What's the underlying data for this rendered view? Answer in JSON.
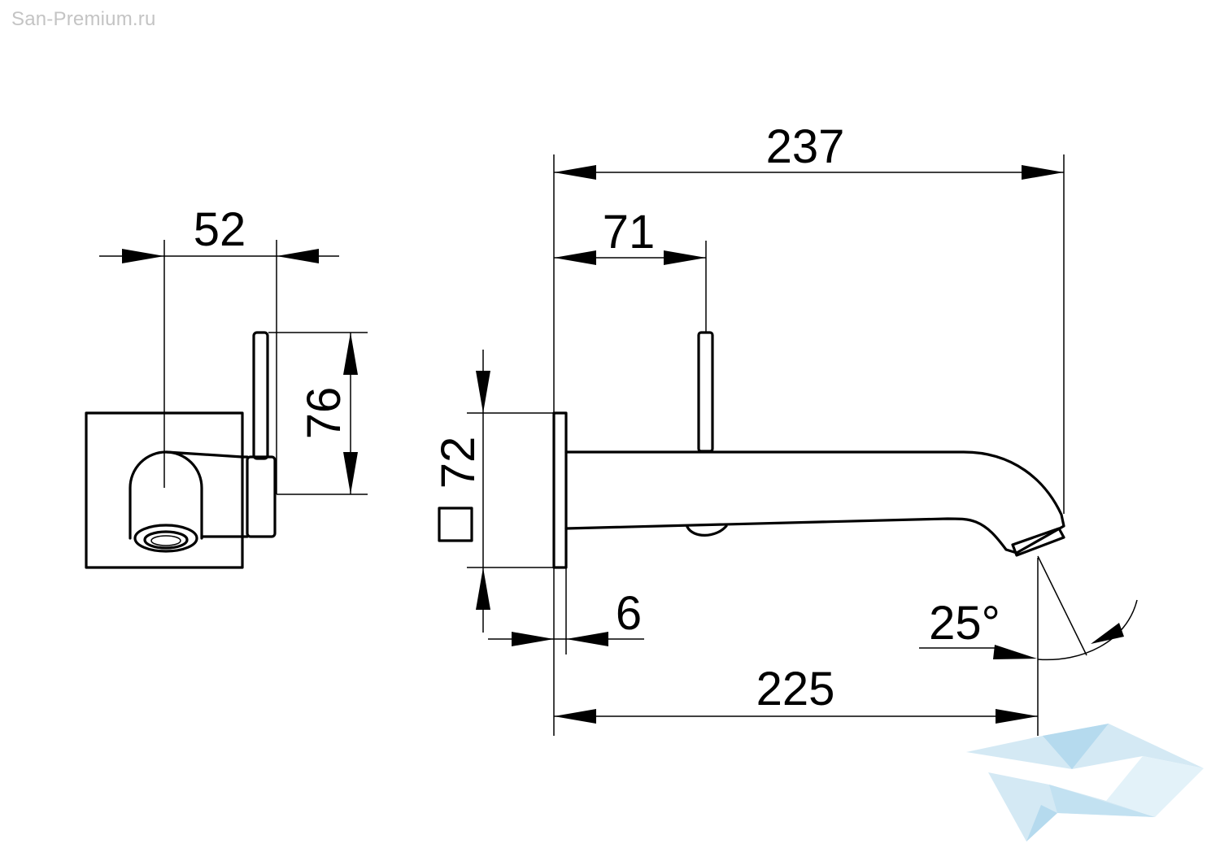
{
  "watermark": "San-Premium.ru",
  "dimensions": {
    "width_52": "52",
    "height_76": "76",
    "square_72": "72",
    "length_237": "237",
    "lever_71": "71",
    "plate_6": "6",
    "angle_25": "25°",
    "spout_225": "225"
  },
  "colors": {
    "line": "#000000",
    "logo_light": "#cde6f3",
    "logo_mid": "#a9d4ec"
  }
}
